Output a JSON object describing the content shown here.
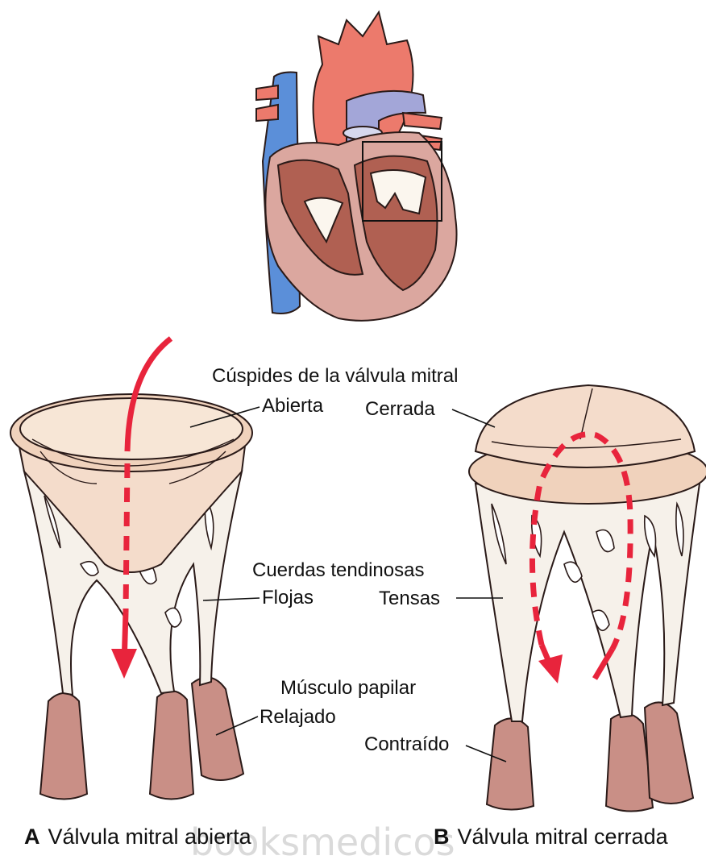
{
  "labels": {
    "cusps_title": "Cúspides de la válvula mitral",
    "open": "Abierta",
    "closed": "Cerrada",
    "chordae_title": "Cuerdas tendinosas",
    "slack": "Flojas",
    "tense": "Tensas",
    "papillary_title": "Músculo papilar",
    "relaxed": "Relajado",
    "contracted": "Contraído"
  },
  "captions": {
    "a_letter": "A",
    "a_text": "Válvula mitral abierta",
    "b_letter": "B",
    "b_text": "Válvula mitral cerrada"
  },
  "watermark": "booksmedicos",
  "colors": {
    "aorta": "#ec7a6c",
    "vein": "#5b8fd9",
    "pulmonary": "#a3a6d8",
    "heart_wall": "#dba79f",
    "myocardium": "#b06052",
    "valve_ring": "#f0d2bc",
    "chordae": "#f6f1ea",
    "papillary": "#c98f86",
    "flow_arrow": "#e8243c"
  }
}
